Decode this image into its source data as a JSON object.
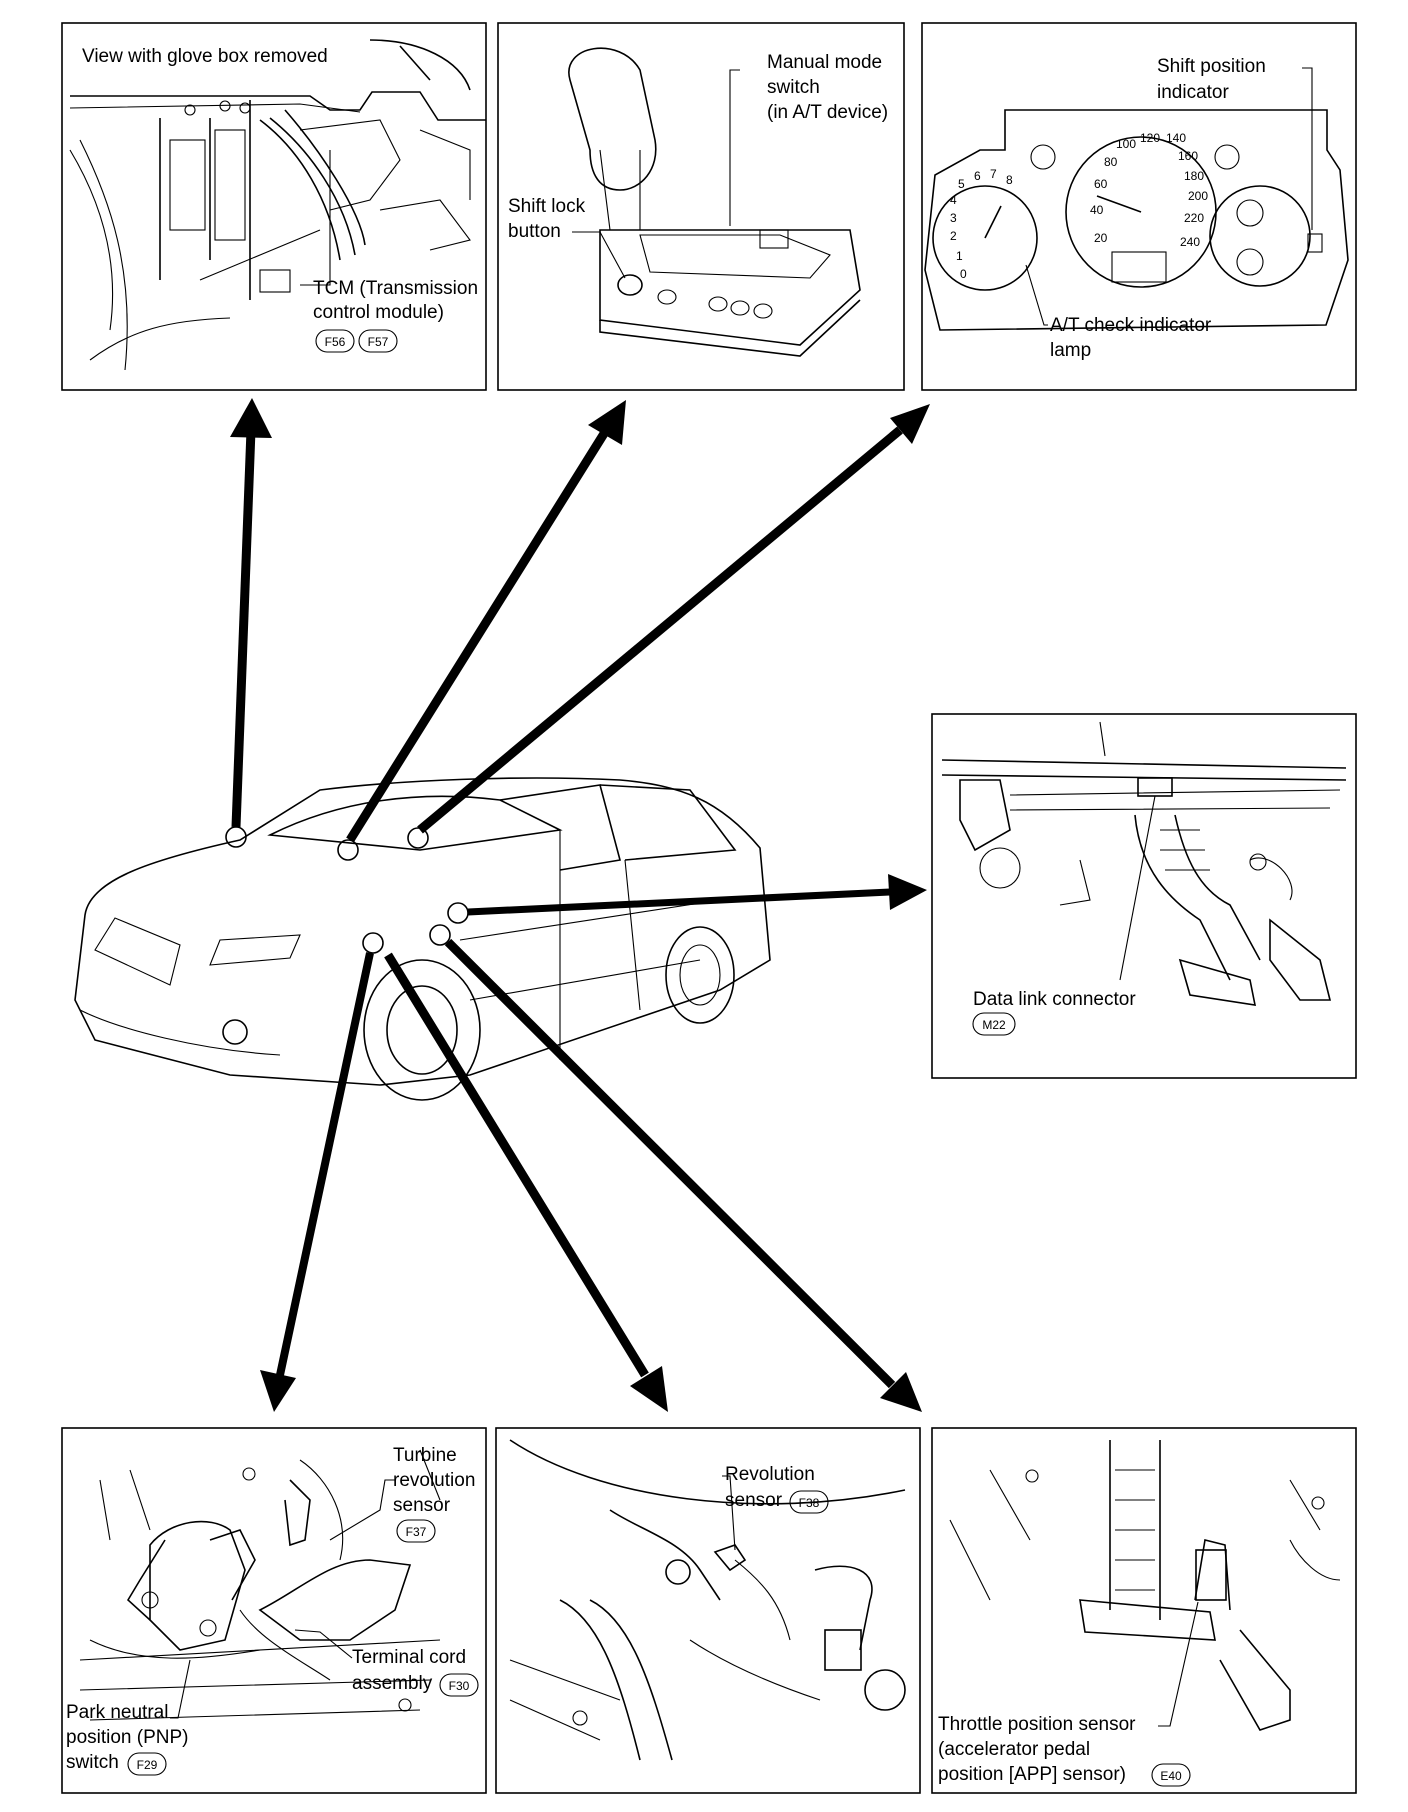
{
  "panels": {
    "tcm": {
      "caption": "View with glove box removed",
      "label_line1": "TCM (Transmission",
      "label_line2": "control module)",
      "connectors": [
        "F56",
        "F57"
      ]
    },
    "shifter": {
      "manual_line1": "Manual mode",
      "manual_line2": "switch",
      "manual_line3": "(in A/T device)",
      "shiftlock_line1": "Shift lock",
      "shiftlock_line2": "button"
    },
    "meter": {
      "shift_line1": "Shift position",
      "shift_line2": "indicator",
      "at_line1": "A/T check indicator",
      "at_line2": "lamp",
      "speed_ticks": [
        "20",
        "40",
        "60",
        "80",
        "100",
        "120",
        "140",
        "160",
        "180",
        "200",
        "220",
        "240"
      ],
      "tach_ticks": [
        "0",
        "1",
        "2",
        "3",
        "4",
        "5",
        "6",
        "7",
        "8"
      ]
    },
    "dlc": {
      "label": "Data link connector",
      "connector": "M22"
    },
    "pnp": {
      "turbine_line1": "Turbine",
      "turbine_line2": "revolution",
      "turbine_line3": "sensor",
      "turbine_connector": "F37",
      "terminal_line1": "Terminal cord",
      "terminal_line2": "assembly",
      "terminal_connector": "F30",
      "pnp_line1": "Park neutral",
      "pnp_line2": "position (PNP)",
      "pnp_line3": "switch",
      "pnp_connector": "F29"
    },
    "rev": {
      "label_line1": "Revolution",
      "label_line2": "sensor",
      "connector": "F38"
    },
    "tps": {
      "label_line1": "Throttle position sensor",
      "label_line2": "(accelerator pedal",
      "label_line3": "position [APP] sensor)",
      "connector": "E40"
    }
  }
}
